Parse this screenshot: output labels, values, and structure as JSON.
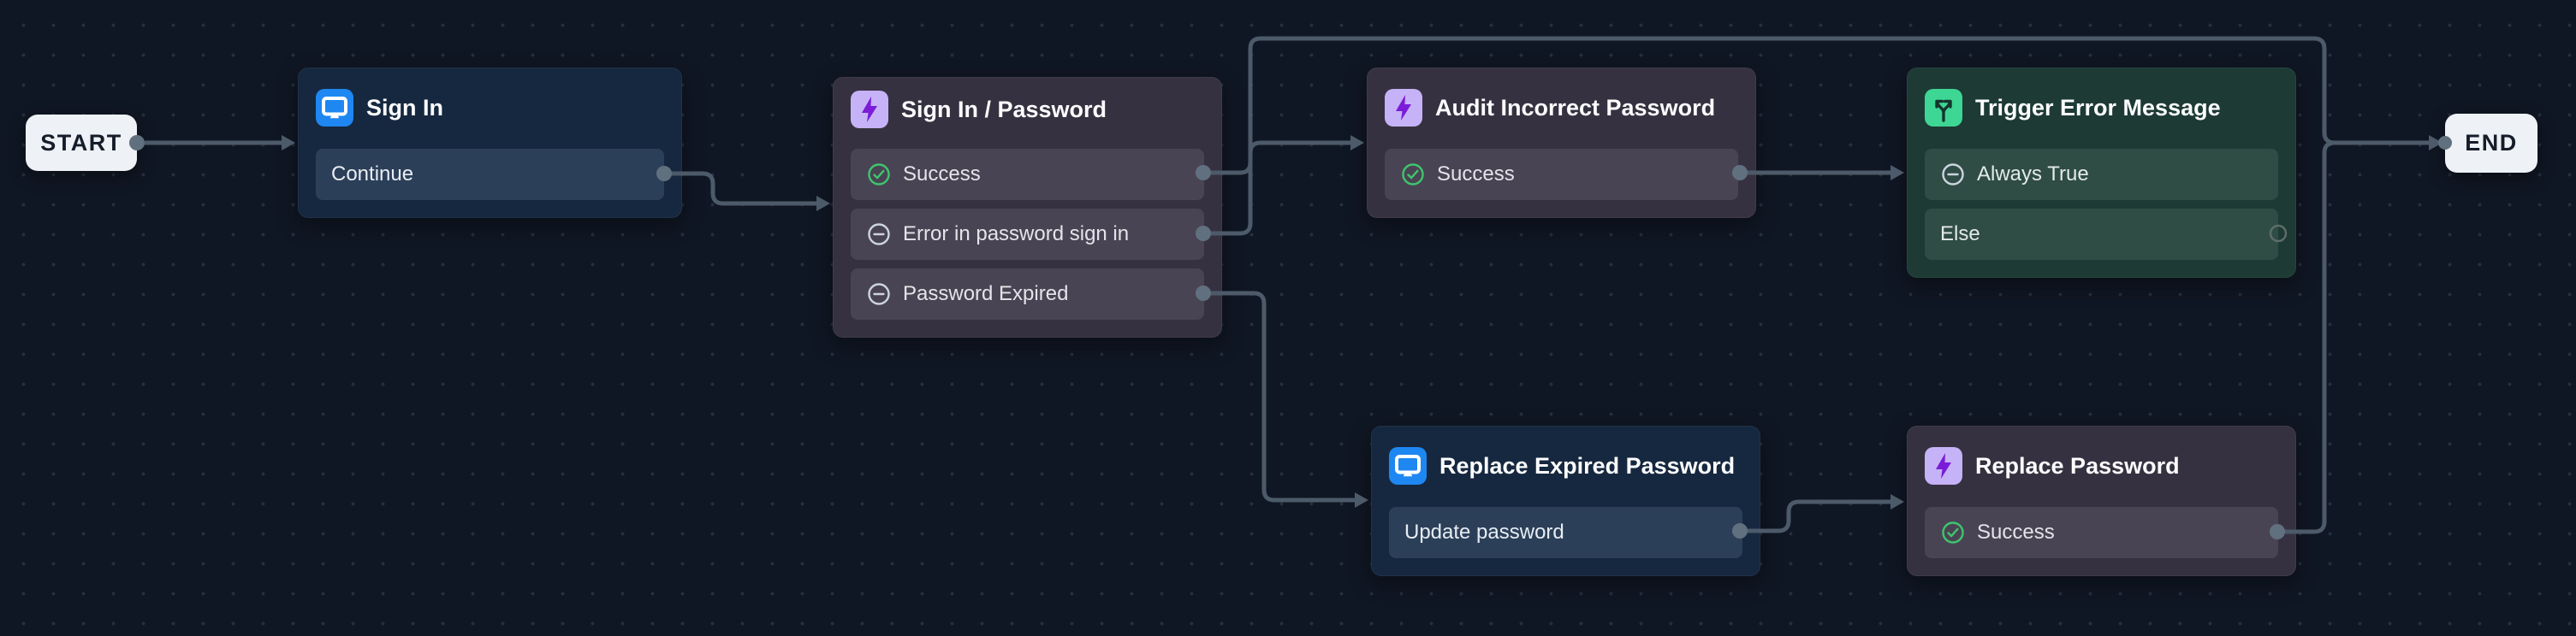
{
  "canvas": {
    "background_color": "#101724",
    "grid": "dotted",
    "connector_color": "#4c5a69"
  },
  "terminals": {
    "start_label": "START",
    "end_label": "END"
  },
  "nodes": {
    "sign_in": {
      "title": "Sign In",
      "kind": "screen",
      "icon": "screen-icon",
      "accent_color": "#1e87f2",
      "rows": [
        {
          "label": "Continue",
          "connected": true
        }
      ]
    },
    "sign_in_password": {
      "title": "Sign In / Password",
      "kind": "action",
      "icon": "lightning-icon",
      "accent_color": "#c6b2f7",
      "rows": [
        {
          "label": "Success",
          "icon": "check-circle",
          "connected": true
        },
        {
          "label": "Error in password sign in",
          "icon": "minus-circle",
          "connected": true
        },
        {
          "label": "Password Expired",
          "icon": "minus-circle",
          "connected": true
        }
      ]
    },
    "audit_incorrect_password": {
      "title": "Audit Incorrect Password",
      "kind": "action",
      "icon": "lightning-icon",
      "accent_color": "#c6b2f7",
      "rows": [
        {
          "label": "Success",
          "icon": "check-circle",
          "connected": true
        }
      ]
    },
    "trigger_error_message": {
      "title": "Trigger Error Message",
      "kind": "condition",
      "icon": "branch-icon",
      "accent_color": "#3ed694",
      "rows": [
        {
          "label": "Always True",
          "icon": "minus-circle",
          "connected": false
        },
        {
          "label": "Else",
          "connected": false,
          "port": "open"
        }
      ]
    },
    "replace_expired_password": {
      "title": "Replace Expired Password",
      "kind": "screen",
      "icon": "screen-icon",
      "accent_color": "#1e87f2",
      "rows": [
        {
          "label": "Update password",
          "connected": true
        }
      ]
    },
    "replace_password": {
      "title": "Replace Password",
      "kind": "action",
      "icon": "lightning-icon",
      "accent_color": "#c6b2f7",
      "rows": [
        {
          "label": "Success",
          "icon": "check-circle",
          "connected": true
        }
      ]
    }
  },
  "edges": [
    {
      "from": "start",
      "to": "sign_in"
    },
    {
      "from": "sign_in.continue",
      "to": "sign_in_password"
    },
    {
      "from": "sign_in_password.success",
      "to": "end"
    },
    {
      "from": "sign_in_password.error_in_password_sign_in",
      "to": "audit_incorrect_password"
    },
    {
      "from": "sign_in_password.password_expired",
      "to": "replace_expired_password"
    },
    {
      "from": "audit_incorrect_password.success",
      "to": "trigger_error_message"
    },
    {
      "from": "replace_expired_password.update_password",
      "to": "replace_password"
    },
    {
      "from": "replace_password.success",
      "to": "end"
    }
  ],
  "status_colors": {
    "success_check": "#3fc46e",
    "condition_minus": "#ccd4de"
  }
}
